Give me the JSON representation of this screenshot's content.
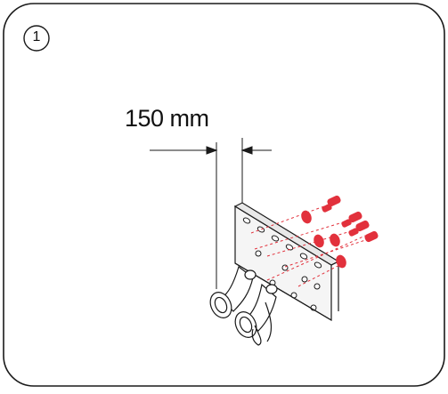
{
  "step": {
    "number": "1"
  },
  "dimension": {
    "label": "150 mm"
  },
  "colors": {
    "outline": "#1a1a1a",
    "fastener_red": "#e2313c",
    "background": "#ffffff"
  },
  "icons": {
    "step": "circled-number",
    "assembly": "wall-bracket-with-pipe-fittings-and-anchor-bolts"
  }
}
